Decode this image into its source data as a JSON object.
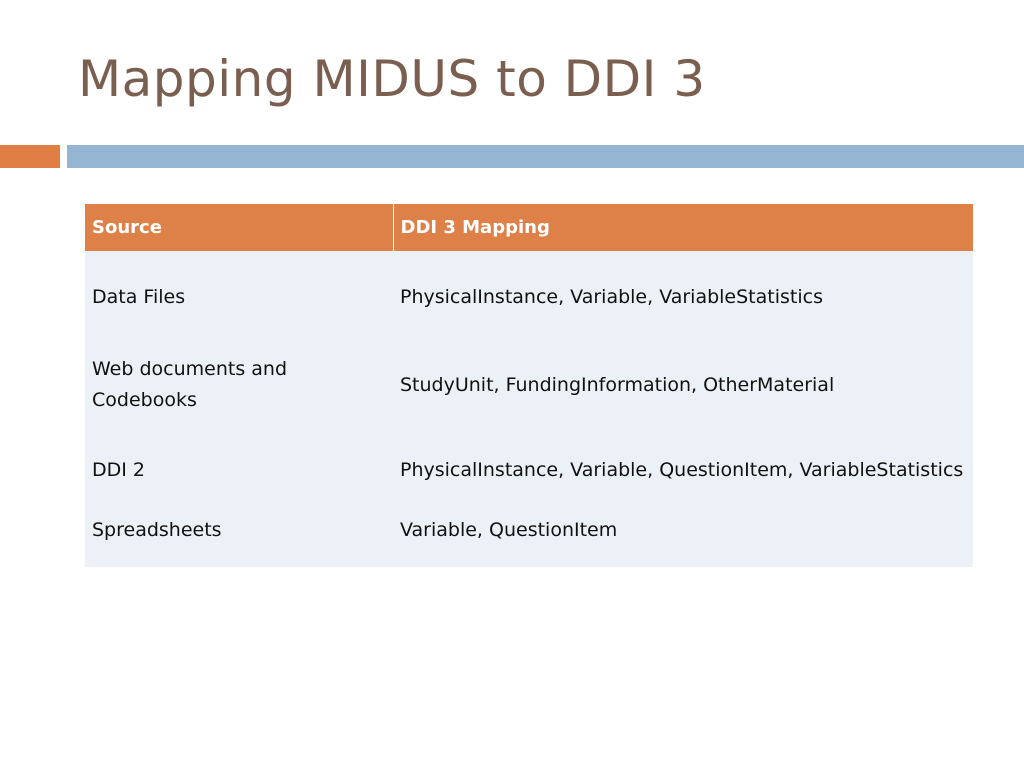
{
  "slide": {
    "title": "Mapping MIDUS to DDI 3",
    "accent_colors": {
      "title": "#7a5f50",
      "orange": "#e07e45",
      "blue": "#94b6d2",
      "header_fill": "#de8149",
      "row_fill": "#ecf1f7"
    }
  },
  "table": {
    "headers": [
      "Source",
      "DDI 3 Mapping"
    ],
    "rows": [
      {
        "source": "Data Files",
        "mapping": "PhysicalInstance, Variable, VariableStatistics"
      },
      {
        "source": "Web documents and Codebooks",
        "mapping": "StudyUnit, FundingInformation, OtherMaterial"
      },
      {
        "source": "DDI 2",
        "mapping": "PhysicalInstance, Variable, QuestionItem, VariableStatistics"
      },
      {
        "source": "Spreadsheets",
        "mapping": "Variable, QuestionItem"
      }
    ]
  }
}
